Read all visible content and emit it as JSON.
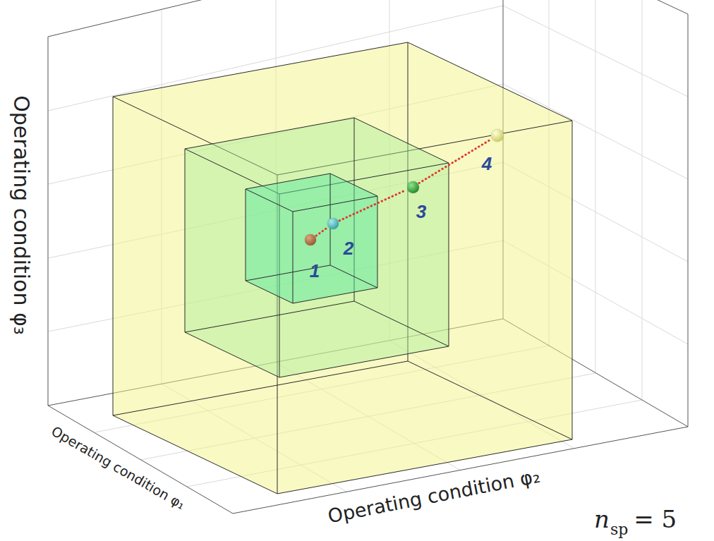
{
  "diagram": {
    "nodes": [
      {
        "text": [
          "1"
        ]
      },
      {
        "text": [
          "2"
        ]
      },
      {
        "text": [
          "3"
        ]
      },
      {
        "text": [
          "4"
        ]
      }
    ],
    "edges": [
      {
        "from": 0,
        "to": 1,
        "arrow": "none"
      },
      {
        "from": 1,
        "to": 2,
        "arrow": "none"
      },
      {
        "from": 2,
        "to": 3,
        "arrow": "none"
      }
    ],
    "labels": [
      "Operating condition φ₃",
      "Operating condition φ₁",
      "Operating condition φ₂",
      "n",
      "sp",
      "= 5"
    ]
  }
}
